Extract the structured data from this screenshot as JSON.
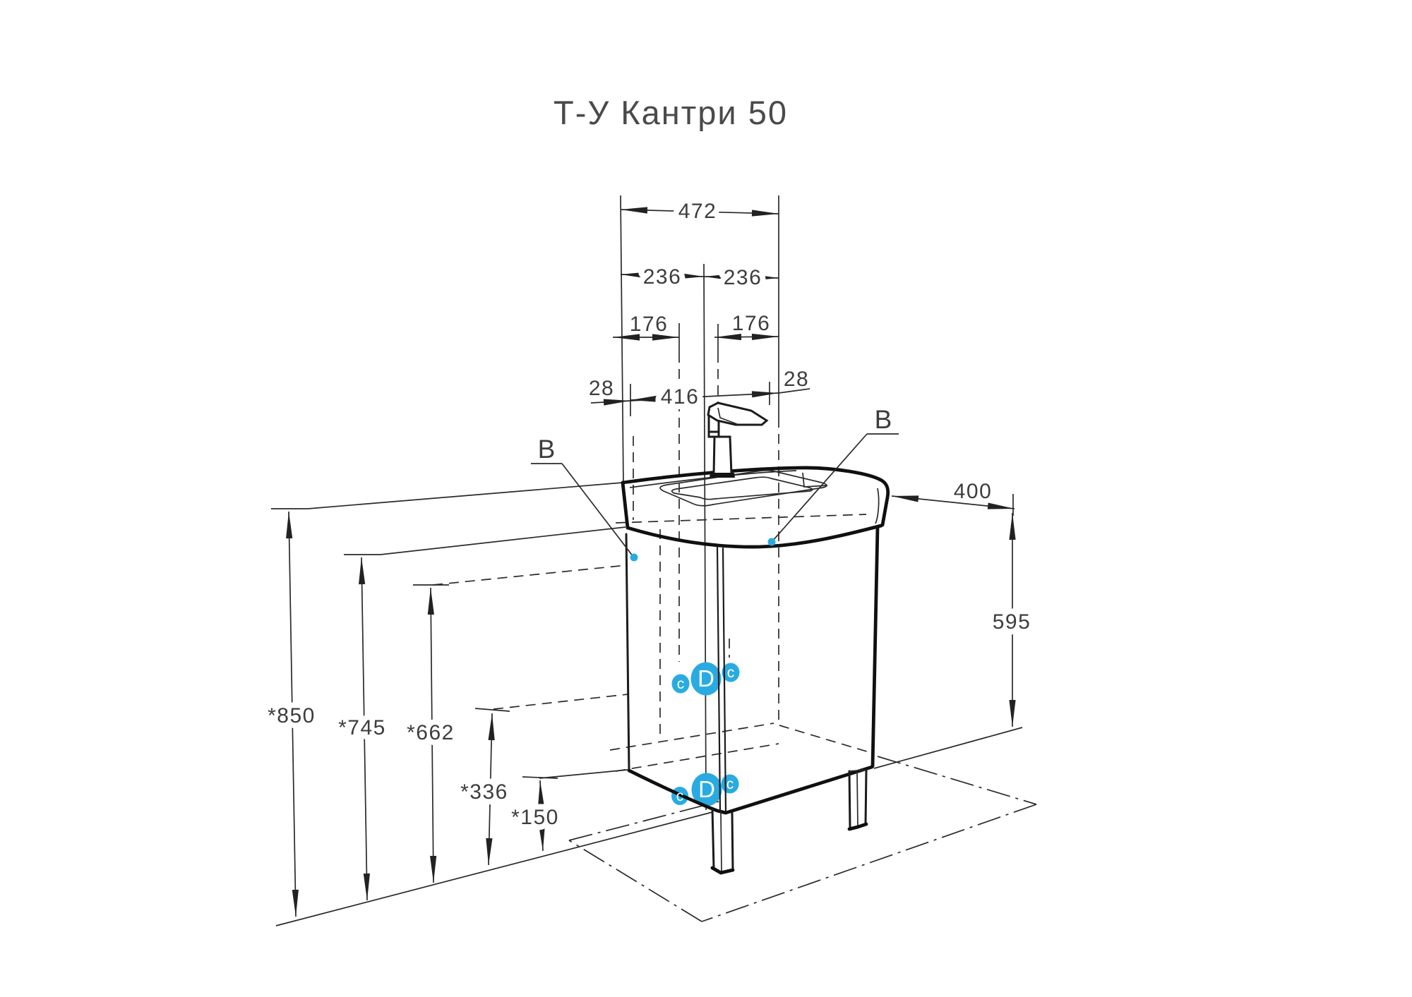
{
  "title": "Т-У Кантри 50",
  "colors": {
    "accent": "#29abe2",
    "line": "#2a2a2a",
    "text": "#3d3d3d"
  },
  "dims": {
    "total_width": "472",
    "half_left": "236",
    "half_right": "236",
    "hole_offset_left": "176",
    "hole_offset_right": "176",
    "edge_left": "28",
    "edge_right": "28",
    "holes_span": "416",
    "depth": "400",
    "cabinet_height": "595",
    "h850": "*850",
    "h745": "*745",
    "h662": "*662",
    "h336": "*336",
    "h150": "*150"
  },
  "callouts": {
    "left": "В",
    "right": "В"
  },
  "fittings": {
    "upper": [
      "c",
      "D",
      "c"
    ],
    "lower": [
      "c",
      "D",
      "c"
    ]
  }
}
